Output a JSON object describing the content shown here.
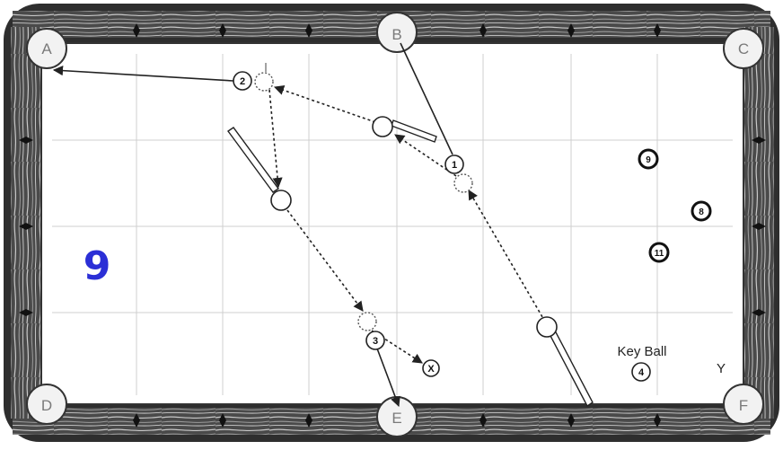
{
  "game_label": "9",
  "pockets": [
    {
      "id": "A",
      "label": "A"
    },
    {
      "id": "B",
      "label": "B"
    },
    {
      "id": "C",
      "label": "C"
    },
    {
      "id": "D",
      "label": "D"
    },
    {
      "id": "E",
      "label": "E"
    },
    {
      "id": "F",
      "label": "F"
    }
  ],
  "shot_balls": [
    {
      "label": "1"
    },
    {
      "label": "2"
    },
    {
      "label": "3"
    },
    {
      "label": "4"
    }
  ],
  "other_balls": [
    {
      "label": "9"
    },
    {
      "label": "8"
    },
    {
      "label": "11"
    }
  ],
  "target_marker": "X",
  "key_ball_label": "Key Ball",
  "y_marker": "Y",
  "colors": {
    "rail_dark": "#3a3a3a",
    "cloth": "#ffffff",
    "grid": "#cfcfcf",
    "label_blue": "#2b2fd6"
  }
}
